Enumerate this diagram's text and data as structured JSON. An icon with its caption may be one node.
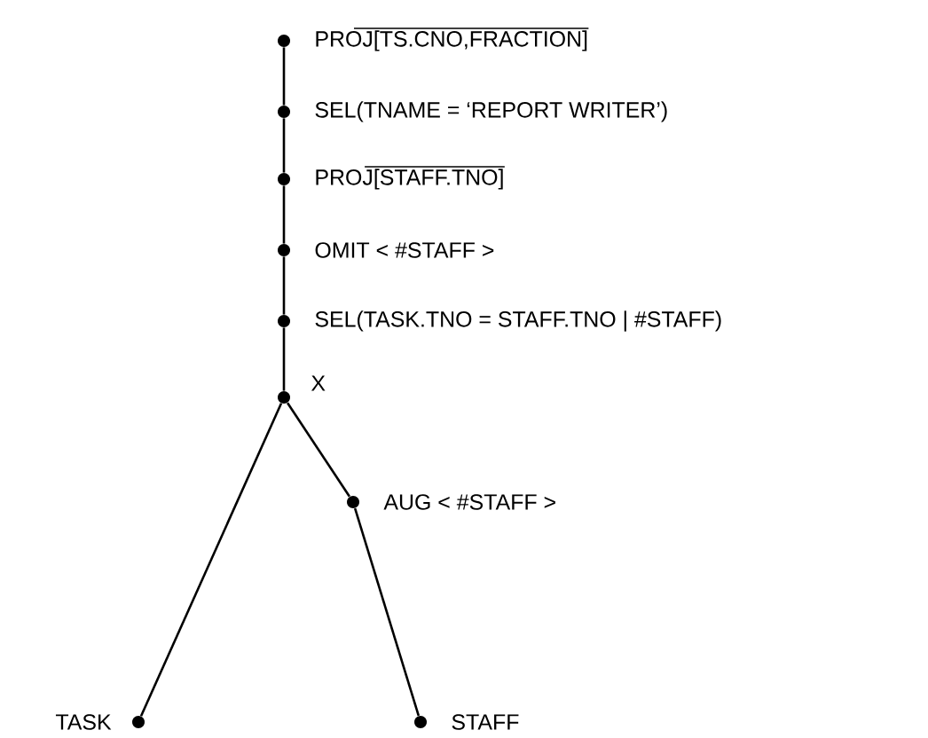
{
  "diagram": {
    "nodes": [
      {
        "text": [
          "PROJ[TS.CNO,FRACTION]"
        ]
      },
      {
        "text": [
          "SEL(TNAME = ‘REPORT WRITER’)"
        ]
      },
      {
        "text": [
          "PROJ[STAFF.TNO]"
        ]
      },
      {
        "text": [
          "OMIT < #STAFF >"
        ]
      },
      {
        "text": [
          "SEL(TASK.TNO = STAFF.TNO | #STAFF)"
        ]
      },
      {
        "text": [
          "X"
        ]
      },
      {
        "text": [
          "AUG < #STAFF >"
        ]
      },
      {
        "text": [
          "TASK"
        ]
      },
      {
        "text": [
          "STAFF"
        ]
      }
    ],
    "edges": [
      {
        "from": 1,
        "to": 0,
        "arrow": "none"
      },
      {
        "from": 2,
        "to": 1,
        "arrow": "none"
      },
      {
        "from": 3,
        "to": 2,
        "arrow": "none"
      },
      {
        "from": 4,
        "to": 3,
        "arrow": "none"
      },
      {
        "from": 5,
        "to": 4,
        "arrow": "none"
      },
      {
        "from": 7,
        "to": 5,
        "arrow": "none"
      },
      {
        "from": 6,
        "to": 5,
        "arrow": "none"
      },
      {
        "from": 8,
        "to": 6,
        "arrow": "none"
      }
    ]
  }
}
